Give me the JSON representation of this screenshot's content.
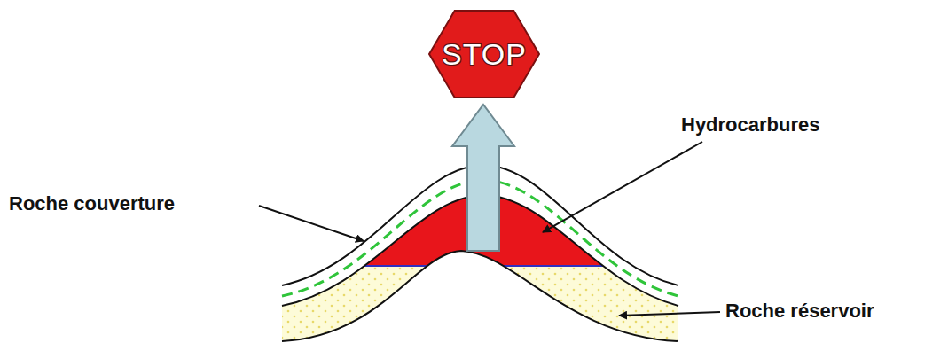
{
  "diagram": {
    "nodes": [
      {
        "text": [
          "STOP"
        ]
      }
    ],
    "labels": [
      "Hydrocarbures",
      "Roche couverture",
      "Roche réservoir"
    ]
  }
}
